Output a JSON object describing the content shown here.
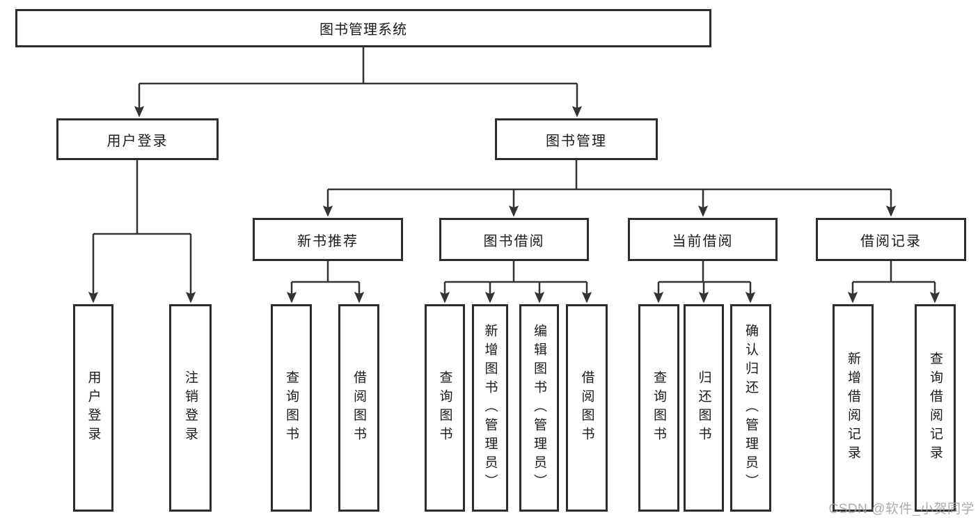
{
  "watermark": "CSDN @软件_小贺同学",
  "colors": {
    "line": "#333333",
    "border": "#2d2d2d",
    "text": "#1a1a1a",
    "watermark-color": "#9e9e9e",
    "bg": "#ffffff"
  },
  "tree": {
    "label": "图书管理系统",
    "children": [
      {
        "label": "用户登录",
        "children": [
          {
            "label": "用户登录"
          },
          {
            "label": "注销登录"
          }
        ]
      },
      {
        "label": "图书管理",
        "children": [
          {
            "label": "新书推荐",
            "children": [
              {
                "label": "查询图书"
              },
              {
                "label": "借阅图书"
              }
            ]
          },
          {
            "label": "图书借阅",
            "children": [
              {
                "label": "查询图书"
              },
              {
                "label": "新增图书（管理员）"
              },
              {
                "label": "编辑图书（管理员）"
              },
              {
                "label": "借阅图书"
              }
            ]
          },
          {
            "label": "当前借阅",
            "children": [
              {
                "label": "查询图书"
              },
              {
                "label": "归还图书"
              },
              {
                "label": "确认归还（管理员）"
              }
            ]
          },
          {
            "label": "借阅记录",
            "children": [
              {
                "label": "新增借阅记录"
              },
              {
                "label": "查询借阅记录"
              }
            ]
          }
        ]
      }
    ]
  }
}
